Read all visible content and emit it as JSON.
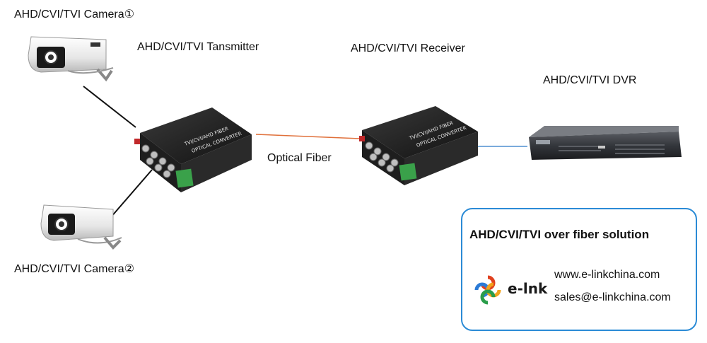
{
  "labels": {
    "camera1": "AHD/CVI/TVI Camera①",
    "camera2": "AHD/CVI/TVI Camera②",
    "transmitter": "AHD/CVI/TVI Tansmitter",
    "receiver": "AHD/CVI/TVI Receiver",
    "dvr": "AHD/CVI/TVI DVR",
    "optical_fiber": "Optical Fiber"
  },
  "device_text": {
    "line1": "TVI/CVI/AHD FIBER",
    "line2": "OPTICAL CONVERTER"
  },
  "card": {
    "title": "AHD/CVI/TVI over fiber solution",
    "brand": "e-lnk",
    "website": "www.e-linkchina.com",
    "email": "sales@e-linkchina.com"
  },
  "colors": {
    "fiber": "#e0703a",
    "dvr_link": "#4f8fd0",
    "card_border": "#2b8bd6",
    "terminal_green": "#3aa14a"
  }
}
